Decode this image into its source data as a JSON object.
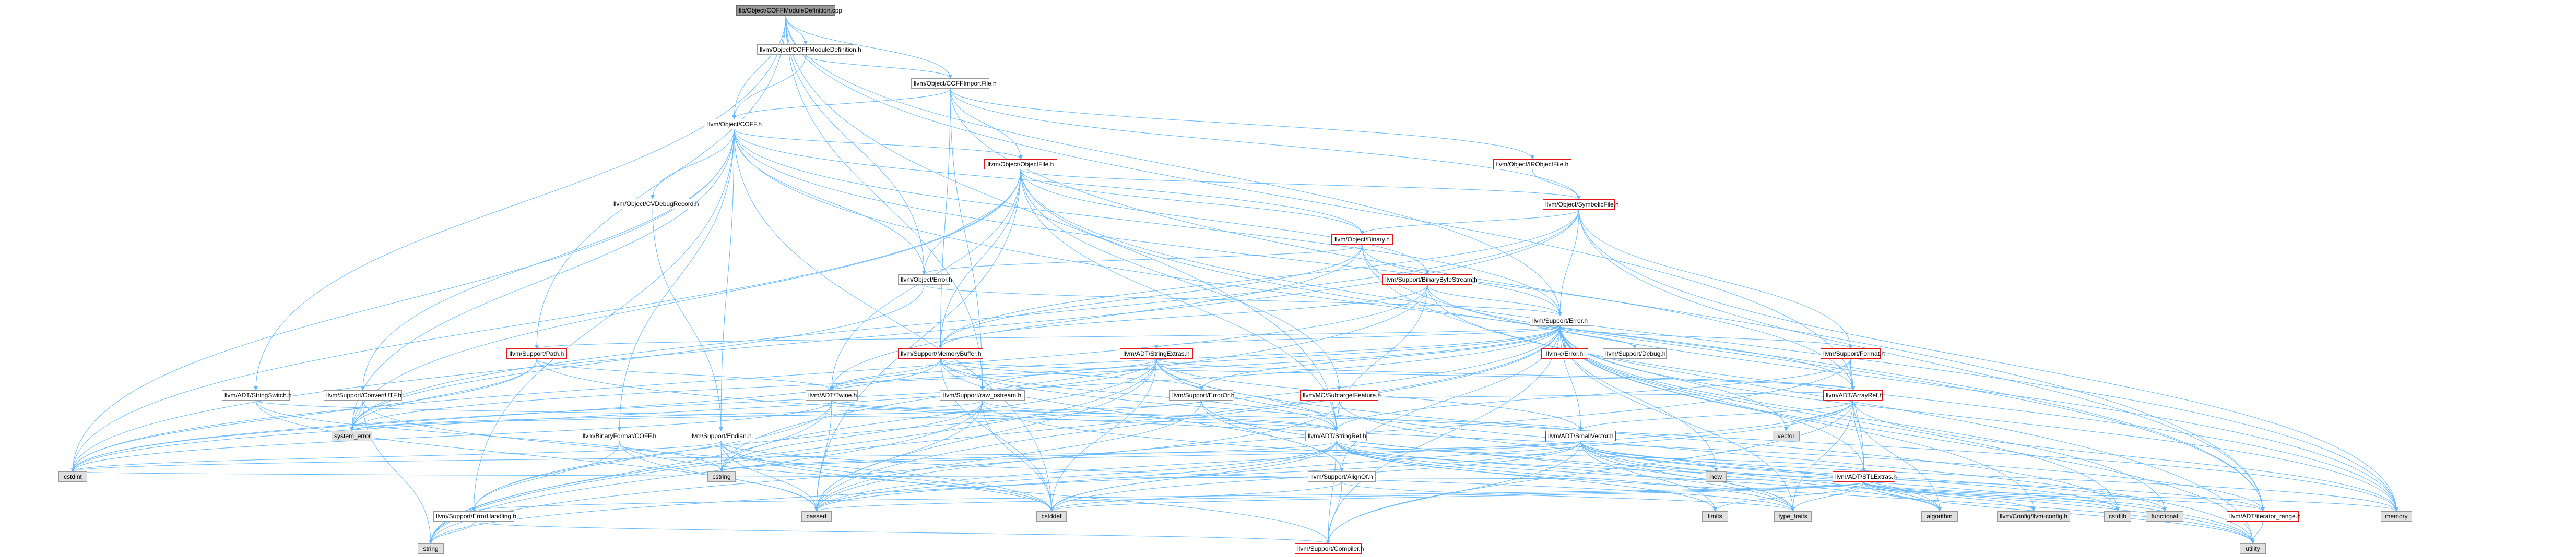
{
  "diagram": {
    "type": "include-dependency-graph",
    "edge_color": "#63b8ff",
    "arrow_color": "#63b8ff",
    "root_fill": "#999999",
    "truncated_border_color": "#e31a1c",
    "system_header_fill": "#e0e0e0",
    "nodes": [
      {
        "id": "root",
        "label": "lib/Object/COFFModuleDefinition.cpp",
        "kind": "root"
      },
      {
        "id": "coffmoddef",
        "label": "llvm/Object/COFFModuleDefinition.h",
        "kind": "normal"
      },
      {
        "id": "coffimport",
        "label": "llvm/Object/COFFImportFile.h",
        "kind": "normal"
      },
      {
        "id": "coff",
        "label": "llvm/Object/COFF.h",
        "kind": "normal"
      },
      {
        "id": "irobj",
        "label": "llvm/Object/IRObjectFile.h",
        "kind": "truncated"
      },
      {
        "id": "objfile",
        "label": "llvm/Object/ObjectFile.h",
        "kind": "truncated"
      },
      {
        "id": "symfile",
        "label": "llvm/Object/SymbolicFile.h",
        "kind": "truncated"
      },
      {
        "id": "binary",
        "label": "llvm/Object/Binary.h",
        "kind": "truncated"
      },
      {
        "id": "cvdebug",
        "label": "llvm/Object/CVDebugRecord.h",
        "kind": "normal"
      },
      {
        "id": "objerror",
        "label": "llvm/Object/Error.h",
        "kind": "normal"
      },
      {
        "id": "binstream",
        "label": "llvm/Support/BinaryByteStream.h",
        "kind": "truncated"
      },
      {
        "id": "supperror",
        "label": "llvm/Support/Error.h",
        "kind": "normal"
      },
      {
        "id": "cerror",
        "label": "llvm-c/Error.h",
        "kind": "truncated"
      },
      {
        "id": "debug",
        "label": "llvm/Support/Debug.h",
        "kind": "normal"
      },
      {
        "id": "format",
        "label": "llvm/Support/Format.h",
        "kind": "truncated"
      },
      {
        "id": "path",
        "label": "llvm/Support/Path.h",
        "kind": "truncated"
      },
      {
        "id": "membuf",
        "label": "llvm/Support/MemoryBuffer.h",
        "kind": "truncated"
      },
      {
        "id": "strextras",
        "label": "llvm/ADT/StringExtras.h",
        "kind": "truncated"
      },
      {
        "id": "strswitch",
        "label": "llvm/ADT/StringSwitch.h",
        "kind": "normal"
      },
      {
        "id": "convutf",
        "label": "llvm/Support/ConvertUTF.h",
        "kind": "normal"
      },
      {
        "id": "triple",
        "label": "llvm/ADT/Twine.h",
        "kind": "normal"
      },
      {
        "id": "rawostream",
        "label": "llvm/Support/raw_ostream.h",
        "kind": "normal"
      },
      {
        "id": "erroror",
        "label": "llvm/Support/ErrorOr.h",
        "kind": "normal"
      },
      {
        "id": "subtarget",
        "label": "llvm/MC/SubtargetFeature.h",
        "kind": "truncated"
      },
      {
        "id": "arrayref",
        "label": "llvm/ADT/ArrayRef.h",
        "kind": "truncated"
      },
      {
        "id": "binfmtcoff",
        "label": "llvm/BinaryFormat/COFF.h",
        "kind": "truncated"
      },
      {
        "id": "endian",
        "label": "llvm/Support/Endian.h",
        "kind": "truncated"
      },
      {
        "id": "stringref",
        "label": "llvm/ADT/StringRef.h",
        "kind": "normal"
      },
      {
        "id": "smallvec",
        "label": "llvm/ADT/SmallVector.h",
        "kind": "truncated"
      },
      {
        "id": "stlextras",
        "label": "llvm/ADT/STLExtras.h",
        "kind": "truncated"
      },
      {
        "id": "alignof",
        "label": "llvm/Support/AlignOf.h",
        "kind": "normal"
      },
      {
        "id": "errhandling",
        "label": "llvm/Support/ErrorHandling.h",
        "kind": "normal"
      },
      {
        "id": "compiler",
        "label": "llvm/Support/Compiler.h",
        "kind": "truncated"
      },
      {
        "id": "iterrange",
        "label": "llvm/ADT/iterator_range.h",
        "kind": "truncated"
      },
      {
        "id": "cfgbreak",
        "label": "llvm/Config/llvm-config.h",
        "kind": "system"
      },
      {
        "id": "syserr",
        "label": "system_error",
        "kind": "system"
      },
      {
        "id": "cstdint",
        "label": "cstdint",
        "kind": "system"
      },
      {
        "id": "string",
        "label": "string",
        "kind": "system"
      },
      {
        "id": "cstring",
        "label": "cstring",
        "kind": "system"
      },
      {
        "id": "cassert",
        "label": "cassert",
        "kind": "system"
      },
      {
        "id": "cstddef",
        "label": "cstddef",
        "kind": "system"
      },
      {
        "id": "limits",
        "label": "limits",
        "kind": "system"
      },
      {
        "id": "typetraits",
        "label": "type_traits",
        "kind": "system"
      },
      {
        "id": "algorithm",
        "label": "algorithm",
        "kind": "system"
      },
      {
        "id": "cstdlib",
        "label": "cstdlib",
        "kind": "system"
      },
      {
        "id": "functional",
        "label": "functional",
        "kind": "system"
      },
      {
        "id": "memory",
        "label": "memory",
        "kind": "system"
      },
      {
        "id": "utility",
        "label": "utility",
        "kind": "system"
      },
      {
        "id": "vector",
        "label": "vector",
        "kind": "system"
      },
      {
        "id": "new",
        "label": "new",
        "kind": "system"
      }
    ],
    "edges": [
      [
        "root",
        "coffmoddef"
      ],
      [
        "root",
        "coffimport"
      ],
      [
        "root",
        "coff"
      ],
      [
        "root",
        "objerror"
      ],
      [
        "root",
        "supperror"
      ],
      [
        "root",
        "path"
      ],
      [
        "root",
        "strswitch"
      ],
      [
        "root",
        "arrayref"
      ],
      [
        "root",
        "rawostream"
      ],
      [
        "root",
        "stringref"
      ],
      [
        "coffmoddef",
        "coffimport"
      ],
      [
        "coffmoddef",
        "coff"
      ],
      [
        "coffimport",
        "coff"
      ],
      [
        "coffimport",
        "irobj"
      ],
      [
        "coffimport",
        "objfile"
      ],
      [
        "coffimport",
        "symfile"
      ],
      [
        "coffimport",
        "membuf"
      ],
      [
        "coffimport",
        "rawostream"
      ],
      [
        "coffimport",
        "iterrange"
      ],
      [
        "irobj",
        "symfile"
      ],
      [
        "coff",
        "objfile"
      ],
      [
        "coff",
        "binary"
      ],
      [
        "coff",
        "cvdebug"
      ],
      [
        "coff",
        "objerror"
      ],
      [
        "coff",
        "supperror"
      ],
      [
        "coff",
        "binfmtcoff"
      ],
      [
        "coff",
        "endian"
      ],
      [
        "coff",
        "convutf"
      ],
      [
        "coff",
        "errhandling"
      ],
      [
        "coff",
        "cstdint"
      ],
      [
        "coff",
        "cstddef"
      ],
      [
        "coff",
        "syserr"
      ],
      [
        "coff",
        "iterrange"
      ],
      [
        "coff",
        "arrayref"
      ],
      [
        "objfile",
        "symfile"
      ],
      [
        "objfile",
        "binary"
      ],
      [
        "objfile",
        "binstream"
      ],
      [
        "objfile",
        "objerror"
      ],
      [
        "objfile",
        "membuf"
      ],
      [
        "objfile",
        "triple"
      ],
      [
        "objfile",
        "subtarget"
      ],
      [
        "objfile",
        "stringref"
      ],
      [
        "objfile",
        "memory"
      ],
      [
        "objfile",
        "cassert"
      ],
      [
        "objfile",
        "cstdint"
      ],
      [
        "objfile",
        "syserr"
      ],
      [
        "objfile",
        "iterrange"
      ],
      [
        "symfile",
        "binary"
      ],
      [
        "symfile",
        "supperror"
      ],
      [
        "symfile",
        "format"
      ],
      [
        "symfile",
        "membuf"
      ],
      [
        "symfile",
        "iterrange"
      ],
      [
        "symfile",
        "cstdint"
      ],
      [
        "symfile",
        "cinttypes"
      ],
      [
        "symfile",
        "memory"
      ],
      [
        "symfile",
        "syserr"
      ],
      [
        "binary",
        "objerror"
      ],
      [
        "binary",
        "supperror"
      ],
      [
        "binary",
        "membuf"
      ],
      [
        "binary",
        "triple"
      ],
      [
        "binary",
        "utility"
      ],
      [
        "binary",
        "memory"
      ],
      [
        "cvdebug",
        "endian"
      ],
      [
        "objerror",
        "supperror"
      ],
      [
        "objerror",
        "syserr"
      ],
      [
        "binstream",
        "supperror"
      ],
      [
        "binstream",
        "membuf"
      ],
      [
        "binstream",
        "stringref"
      ],
      [
        "binstream",
        "arrayref"
      ],
      [
        "binstream",
        "cstdint"
      ],
      [
        "binstream",
        "memory"
      ],
      [
        "binstream",
        "cstring"
      ],
      [
        "supperror",
        "cerror"
      ],
      [
        "supperror",
        "debug"
      ],
      [
        "supperror",
        "format"
      ],
      [
        "supperror",
        "path"
      ],
      [
        "supperror",
        "strextras"
      ],
      [
        "supperror",
        "triple"
      ],
      [
        "supperror",
        "rawostream"
      ],
      [
        "supperror",
        "erroror"
      ],
      [
        "supperror",
        "errhandling"
      ],
      [
        "supperror",
        "smallvec"
      ],
      [
        "supperror",
        "stlextras"
      ],
      [
        "supperror",
        "alignof"
      ],
      [
        "supperror",
        "compiler"
      ],
      [
        "supperror",
        "cfgbreak"
      ],
      [
        "supperror",
        "cassert"
      ],
      [
        "supperror",
        "cstdint"
      ],
      [
        "supperror",
        "cstdlib"
      ],
      [
        "supperror",
        "functional"
      ],
      [
        "supperror",
        "memory"
      ],
      [
        "supperror",
        "new"
      ],
      [
        "supperror",
        "optional"
      ],
      [
        "supperror",
        "string"
      ],
      [
        "supperror",
        "syserr"
      ],
      [
        "supperror",
        "typetraits"
      ],
      [
        "supperror",
        "utility"
      ],
      [
        "supperror",
        "vector"
      ],
      [
        "format",
        "arrayref"
      ],
      [
        "format",
        "stringref"
      ],
      [
        "format",
        "stlextras"
      ],
      [
        "format",
        "cassert"
      ],
      [
        "format",
        "cstdio"
      ],
      [
        "path",
        "triple"
      ],
      [
        "path",
        "syserr"
      ],
      [
        "path",
        "iterrange"
      ],
      [
        "path",
        "cstdint"
      ],
      [
        "membuf",
        "triple"
      ],
      [
        "membuf",
        "erroror"
      ],
      [
        "membuf",
        "stringref"
      ],
      [
        "membuf",
        "arrayref"
      ],
      [
        "membuf",
        "alignof"
      ],
      [
        "membuf",
        "cstddef"
      ],
      [
        "membuf",
        "cstdint"
      ],
      [
        "membuf",
        "memory"
      ],
      [
        "strextras",
        "arrayref"
      ],
      [
        "strextras",
        "smallvec"
      ],
      [
        "strextras",
        "stringref"
      ],
      [
        "strextras",
        "triple"
      ],
      [
        "strextras",
        "cassert"
      ],
      [
        "strextras",
        "cstddef"
      ],
      [
        "strextras",
        "cstdint"
      ],
      [
        "strextras",
        "cstdlib"
      ],
      [
        "strextras",
        "cstring"
      ],
      [
        "strextras",
        "iterator"
      ],
      [
        "strextras",
        "string"
      ],
      [
        "strextras",
        "utility"
      ],
      [
        "strswitch",
        "stringref"
      ],
      [
        "strswitch",
        "cassert"
      ],
      [
        "strswitch",
        "cstring"
      ],
      [
        "convutf",
        "syserr"
      ],
      [
        "convutf",
        "cstddef"
      ],
      [
        "convutf",
        "string"
      ],
      [
        "triple",
        "smallvec"
      ],
      [
        "triple",
        "stringref"
      ],
      [
        "triple",
        "errhandling"
      ],
      [
        "triple",
        "cassert"
      ],
      [
        "triple",
        "cstdint"
      ],
      [
        "triple",
        "string"
      ],
      [
        "rawostream",
        "stringref"
      ],
      [
        "rawostream",
        "cassert"
      ],
      [
        "rawostream",
        "cstddef"
      ],
      [
        "rawostream",
        "cstring"
      ],
      [
        "rawostream",
        "string"
      ],
      [
        "rawostream",
        "typetraits"
      ],
      [
        "rawostream",
        "syserr"
      ],
      [
        "erroror",
        "alignof"
      ],
      [
        "erroror",
        "cassert"
      ],
      [
        "erroror",
        "syserr"
      ],
      [
        "erroror",
        "typetraits"
      ],
      [
        "erroror",
        "utility"
      ],
      [
        "subtarget",
        "arrayref"
      ],
      [
        "subtarget",
        "stringref"
      ],
      [
        "subtarget",
        "algorithm"
      ],
      [
        "subtarget",
        "string"
      ],
      [
        "arrayref",
        "smallvec"
      ],
      [
        "arrayref",
        "stlextras"
      ],
      [
        "arrayref",
        "compiler"
      ],
      [
        "arrayref",
        "algorithm"
      ],
      [
        "arrayref",
        "array"
      ],
      [
        "arrayref",
        "cassert"
      ],
      [
        "arrayref",
        "cstddef"
      ],
      [
        "arrayref",
        "memory"
      ],
      [
        "arrayref",
        "typetraits"
      ],
      [
        "arrayref",
        "vector"
      ],
      [
        "binfmtcoff",
        "errhandling"
      ],
      [
        "binfmtcoff",
        "cassert"
      ],
      [
        "binfmtcoff",
        "cstddef"
      ],
      [
        "endian",
        "compiler"
      ],
      [
        "endian",
        "cassert"
      ],
      [
        "endian",
        "cstddef"
      ],
      [
        "endian",
        "cstdint"
      ],
      [
        "endian",
        "cstring"
      ],
      [
        "endian",
        "typetraits"
      ],
      [
        "stringref",
        "stlextras"
      ],
      [
        "stringref",
        "iterrange"
      ],
      [
        "stringref",
        "compiler"
      ],
      [
        "stringref",
        "algorithm"
      ],
      [
        "stringref",
        "cassert"
      ],
      [
        "stringref",
        "cstddef"
      ],
      [
        "stringref",
        "cstring"
      ],
      [
        "stringref",
        "limits"
      ],
      [
        "stringref",
        "string"
      ],
      [
        "stringref",
        "typetraits"
      ],
      [
        "stringref",
        "utility"
      ],
      [
        "smallvec",
        "compiler"
      ],
      [
        "smallvec",
        "algorithm"
      ],
      [
        "smallvec",
        "cassert"
      ],
      [
        "smallvec",
        "cstddef"
      ],
      [
        "smallvec",
        "cstdint"
      ],
      [
        "smallvec",
        "cstdlib"
      ],
      [
        "smallvec",
        "cstring"
      ],
      [
        "smallvec",
        "functional"
      ],
      [
        "smallvec",
        "limits"
      ],
      [
        "smallvec",
        "memory"
      ],
      [
        "smallvec",
        "new"
      ],
      [
        "smallvec",
        "typetraits"
      ],
      [
        "smallvec",
        "utility"
      ],
      [
        "stlextras",
        "iterrange"
      ],
      [
        "stlextras",
        "cfgbreak"
      ],
      [
        "stlextras",
        "errhandling"
      ],
      [
        "stlextras",
        "algorithm"
      ],
      [
        "stlextras",
        "cassert"
      ],
      [
        "stlextras",
        "cstddef"
      ],
      [
        "stlextras",
        "cstdint"
      ],
      [
        "stlextras",
        "cstdlib"
      ],
      [
        "stlextras",
        "functional"
      ],
      [
        "stlextras",
        "limits"
      ],
      [
        "stlextras",
        "memory"
      ],
      [
        "stlextras",
        "typetraits"
      ],
      [
        "stlextras",
        "utility"
      ],
      [
        "alignof",
        "compiler"
      ],
      [
        "alignof",
        "cstddef"
      ],
      [
        "alignof",
        "typetraits"
      ],
      [
        "errhandling",
        "compiler"
      ],
      [
        "errhandling",
        "string"
      ],
      [
        "iterrange",
        "utility"
      ]
    ]
  }
}
